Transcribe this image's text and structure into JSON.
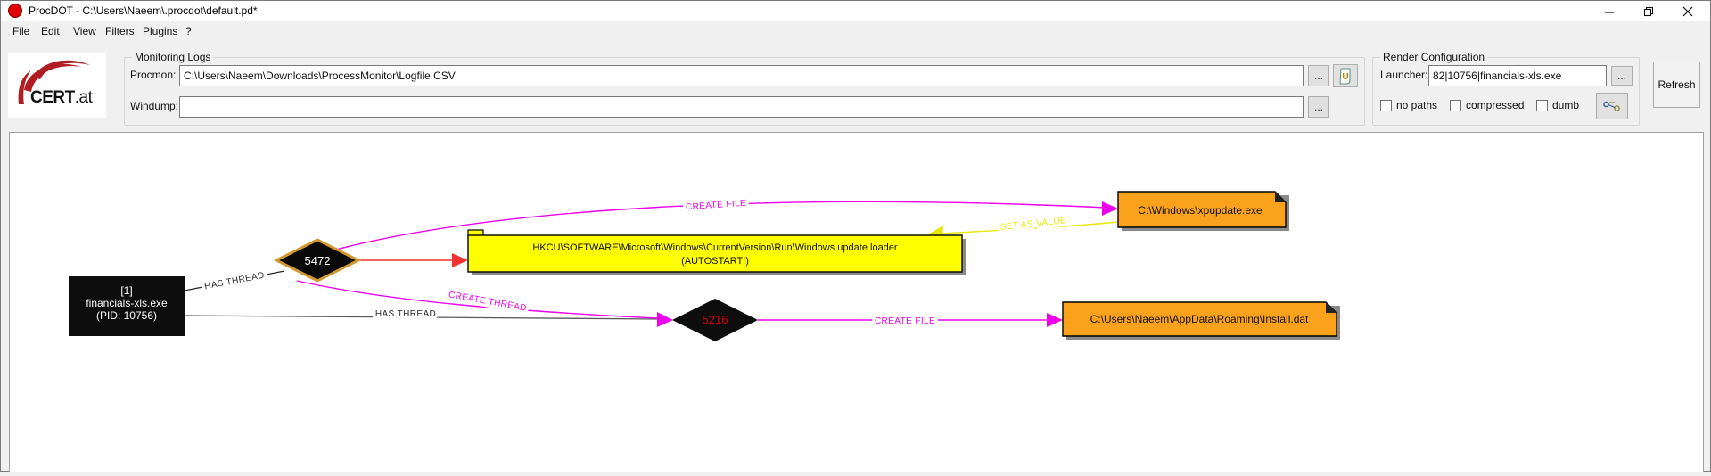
{
  "window": {
    "title": "ProcDOT - C:\\Users\\Naeem\\.procdot\\default.pd*"
  },
  "menu": {
    "items": [
      "File",
      "Edit",
      "View",
      "Filters",
      "Plugins",
      "?"
    ]
  },
  "logo": {
    "bold": "CERT",
    "suffix": ".at"
  },
  "monitoring_logs": {
    "group_label": "Monitoring Logs",
    "procmon_label": "Procmon:",
    "procmon_value": "C:\\Users\\Naeem\\Downloads\\ProcessMonitor\\Logfile.CSV",
    "windump_label": "Windump:",
    "windump_value": "",
    "browse_label": "...",
    "unicode_button_glyph": "U"
  },
  "render_configuration": {
    "group_label": "Render Configuration",
    "launcher_label": "Launcher:",
    "launcher_value": "82|10756|financials-xls.exe",
    "browse_label": "...",
    "checkbox_no_paths": "no paths",
    "checkbox_compressed": "compressed",
    "checkbox_dumb": "dumb",
    "refresh_label": "Refresh"
  },
  "graph": {
    "process_node": {
      "lines": [
        "[1]",
        "financials-xls.exe",
        "(PID: 10756)"
      ]
    },
    "thread_5472": "5472",
    "thread_5216": "5216",
    "registry_node": {
      "line1": "HKCU\\SOFTWARE\\Microsoft\\Windows\\CurrentVersion\\Run\\Windows update loader",
      "line2": "(AUTOSTART!)"
    },
    "file_xpupdate": "C:\\Windows\\xpupdate.exe",
    "file_install": "C:\\Users\\Naeem\\AppData\\Roaming\\Install.dat",
    "edges": {
      "has_thread_1": "HAS THREAD",
      "has_thread_2": "HAS THREAD",
      "create_thread": "CREATE THREAD",
      "create_file_top": "CREATE FILE",
      "create_file_bottom": "CREATE FILE",
      "set_as_value": "SET AS VALUE"
    }
  },
  "colors": {
    "edge_magenta": "#ee00ee",
    "edge_red": "#f23131",
    "edge_yellow": "#e8e800",
    "edge_black": "#2a2a2a",
    "edge_gray": "#5a5a5a",
    "node_black": "#0d0d0d",
    "node_yellow": "#ffff00",
    "node_orange": "#faa21b",
    "diamond_gold_border": "#d29930",
    "pid_red": "#dd0000",
    "node_shadow": "#8a8a8a"
  }
}
